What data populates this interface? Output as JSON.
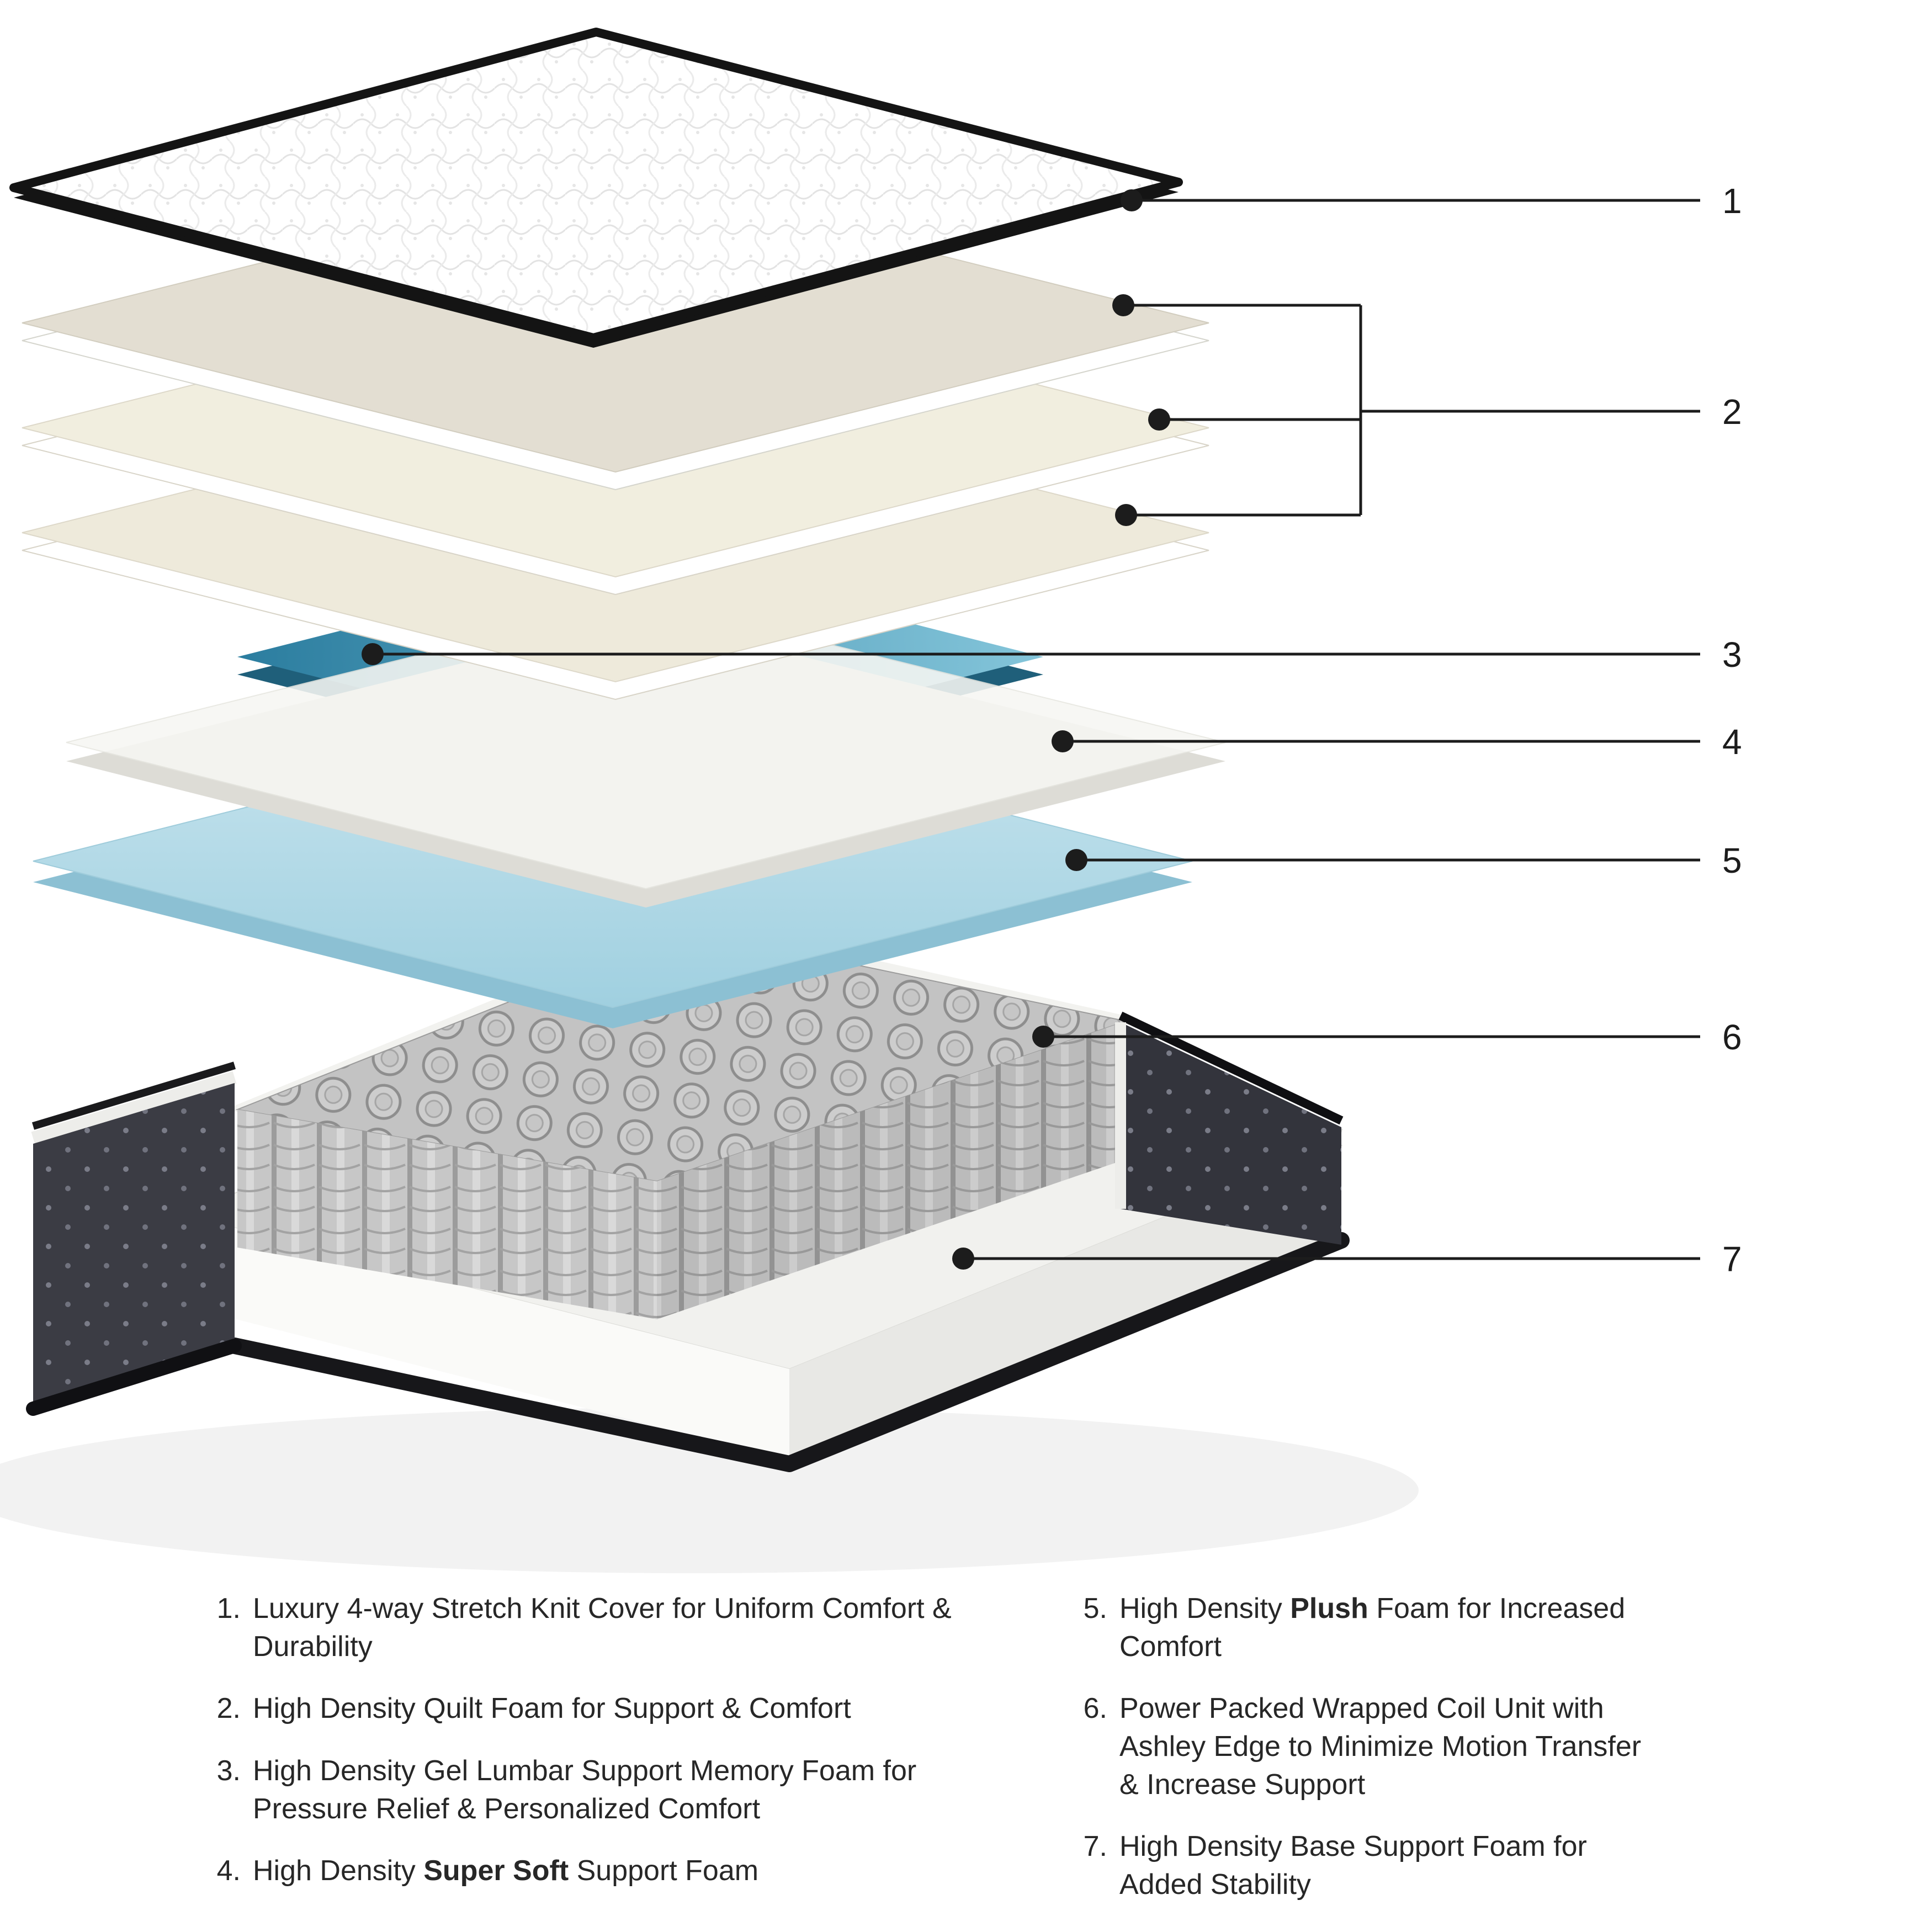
{
  "diagram": {
    "callouts": [
      {
        "label": "1"
      },
      {
        "label": "2"
      },
      {
        "label": "3"
      },
      {
        "label": "4"
      },
      {
        "label": "5"
      },
      {
        "label": "6"
      },
      {
        "label": "7"
      }
    ]
  },
  "legend": {
    "left": [
      {
        "num": "1.",
        "pre": "Luxury 4-way Stretch Knit Cover for Uniform Comfort & Durability",
        "bold": "",
        "post": ""
      },
      {
        "num": "2.",
        "pre": "High Density Quilt Foam for Support & Comfort",
        "bold": "",
        "post": ""
      },
      {
        "num": "3.",
        "pre": "High Density Gel Lumbar Support Memory Foam for Pressure Relief & Personalized Comfort",
        "bold": "",
        "post": ""
      },
      {
        "num": "4.",
        "pre": "High Density ",
        "bold": "Super Soft",
        "post": " Support Foam"
      }
    ],
    "right": [
      {
        "num": "5.",
        "pre": "High Density ",
        "bold": "Plush",
        "post": " Foam for Increased Comfort"
      },
      {
        "num": "6.",
        "pre": "Power Packed Wrapped Coil Unit with Ashley Edge to Minimize Motion Transfer & Increase Support",
        "bold": "",
        "post": ""
      },
      {
        "num": "7.",
        "pre": "High Density Base Support Foam for Added Stability",
        "bold": "",
        "post": ""
      }
    ]
  },
  "colors": {
    "line": "#1c1c1c",
    "text": "#272727",
    "cover_border": "#141414",
    "quilt_foam_top": "#e3ded2",
    "quilt_foam_mid": "#f1eedf",
    "quilt_foam_low": "#eeeadb",
    "gel_blue": "#3a8fb1",
    "soft_foam_white": "#f7f7f3",
    "plush_blue": "#b5dbe8",
    "coil_gray": "#c6c6c6",
    "panel_dark": "#34353d",
    "base_white": "#f1f1ee"
  }
}
